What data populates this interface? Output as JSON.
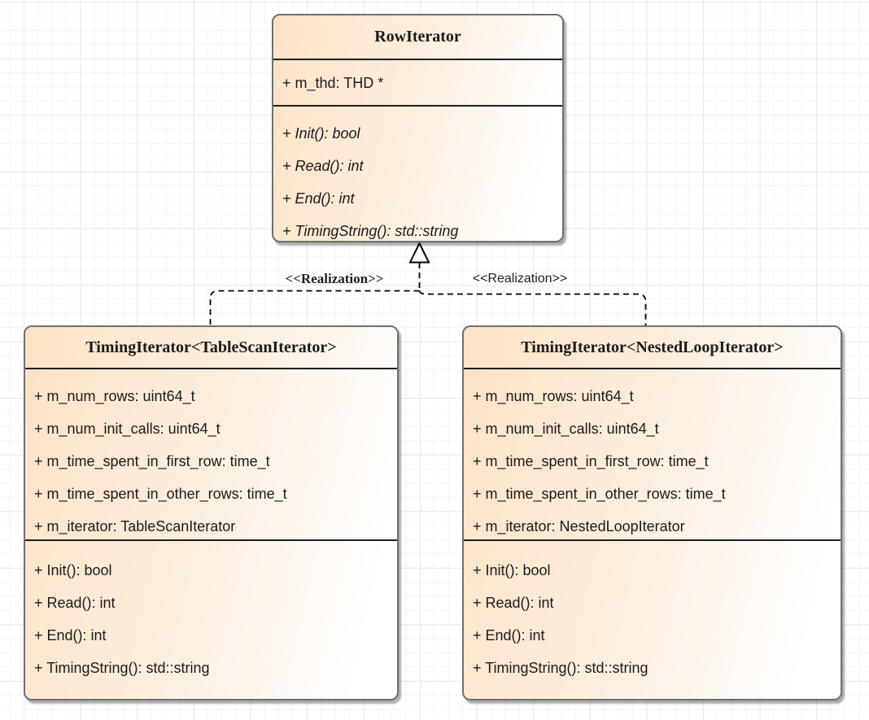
{
  "classes": [
    {
      "name": "RowIterator",
      "attributes": [
        "+ m_thd: THD *"
      ],
      "methods": [
        "+ Init(): bool",
        "+ Read(): int",
        "+ End(): int",
        "+ TimingString(): std::string"
      ]
    },
    {
      "name": "TimingIterator<TableScanIterator>",
      "attributes": [
        "+ m_num_rows: uint64_t",
        "+ m_num_init_calls: uint64_t",
        "+ m_time_spent_in_first_row: time_t",
        "+ m_time_spent_in_other_rows: time_t",
        "+ m_iterator: TableScanIterator"
      ],
      "methods": [
        "+ Init(): bool",
        "+ Read(): int",
        "+ End(): int",
        "+ TimingString(): std::string"
      ]
    },
    {
      "name": "TimingIterator<NestedLoopIterator>",
      "attributes": [
        "+ m_num_rows: uint64_t",
        "+ m_num_init_calls: uint64_t",
        "+ m_time_spent_in_first_row: time_t",
        "+ m_time_spent_in_other_rows: time_t",
        "+ m_iterator: NestedLoopIterator"
      ],
      "methods": [
        "+ Init(): bool",
        "+ Read(): int",
        "+ End(): int",
        "+ TimingString(): std::string"
      ]
    }
  ],
  "relationships": [
    {
      "type": "realization",
      "label": "<<Realization>>",
      "from": "TimingIterator<TableScanIterator>",
      "to": "RowIterator"
    },
    {
      "type": "realization",
      "label": "<<Realization>>",
      "from": "TimingIterator<NestedLoopIterator>",
      "to": "RowIterator"
    }
  ],
  "colors": {
    "class_fill_gradient_start": "#fbe2c6",
    "class_fill_gradient_end": "#ffffff",
    "class_border": "#707070",
    "section_divider": "#1f1f1f",
    "text": "#1a1a1a",
    "connector": "#000000",
    "grid_minor": "#f4f4f4",
    "grid_major": "#e9e9e9"
  }
}
